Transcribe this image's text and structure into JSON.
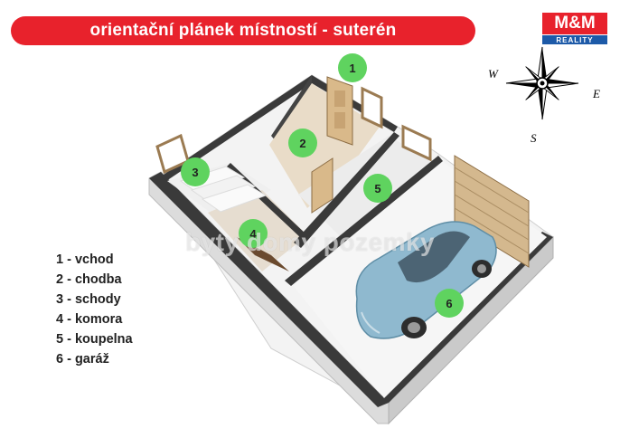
{
  "title": "orientační plánek místností - suterén",
  "logo": {
    "top": "M&M",
    "bottom": "REALITY",
    "color_red": "#e8222c",
    "color_blue": "#1d5aa8"
  },
  "compass": {
    "west": "W",
    "east": "E",
    "south": "S"
  },
  "markers": [
    "1",
    "2",
    "3",
    "4",
    "5",
    "6"
  ],
  "marker_color": "#5fd35f",
  "legend": [
    "1 - vchod",
    "2 - chodba",
    "3 - schody",
    "4 - komora",
    "5 - koupelna",
    "6 - garáž"
  ],
  "watermark": "byty domy pozemky"
}
